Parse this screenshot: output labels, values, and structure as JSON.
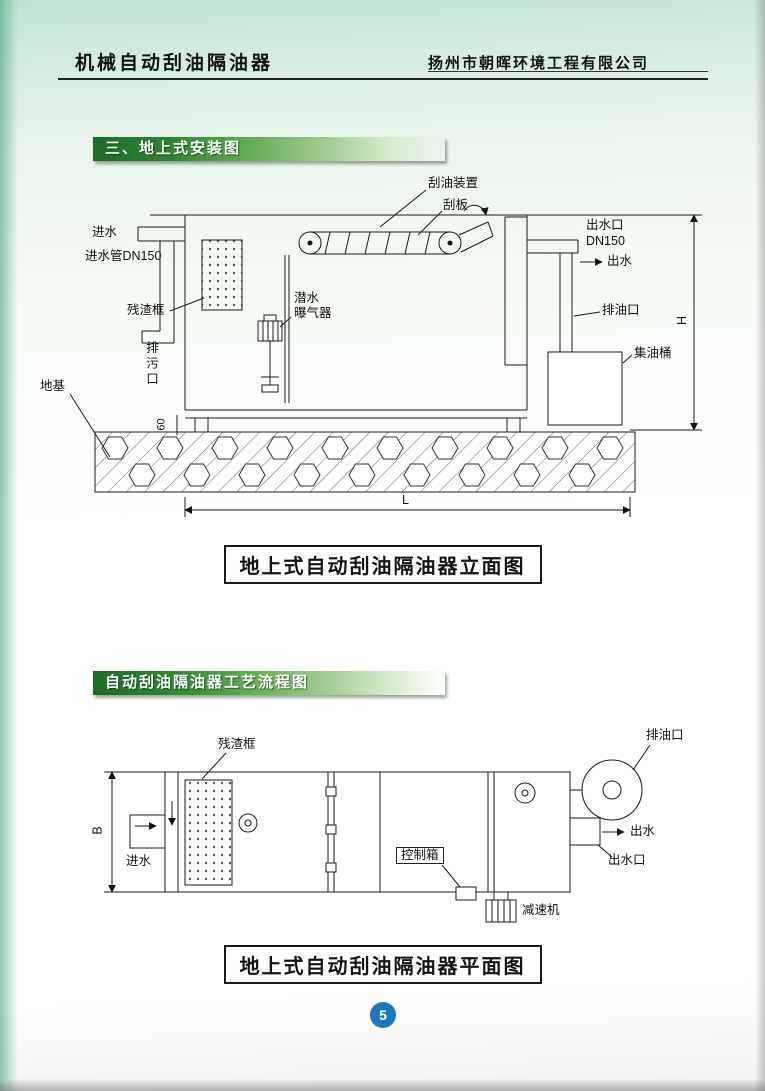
{
  "header": {
    "title": "机械自动刮油隔油器",
    "company": "扬州市朝晖环境工程有限公司"
  },
  "section_elevation": {
    "banner": "三、地上式安装图",
    "caption": "地上式自动刮油隔油器立面图",
    "labels": {
      "scraper_device": "刮油装置",
      "scraper_plate": "刮板",
      "inlet": "进水",
      "inlet_pipe": "进水管DN150",
      "residue_frame": "残渣框",
      "aerator_line1": "潜水",
      "aerator_line2": "曝气器",
      "drain_outlet": "排污口",
      "foundation": "地基",
      "outlet_port": "出水口",
      "outlet_dn": "DN150",
      "outlet_flow": "出水",
      "oil_outlet": "排油口",
      "oil_barrel": "集油桶",
      "dim_h": "H",
      "dim_l": "L",
      "dim_60": "60"
    }
  },
  "section_plan": {
    "banner": "自动刮油隔油器工艺流程图",
    "caption": "地上式自动刮油隔油器平面图",
    "labels": {
      "residue_frame": "残渣框",
      "oil_outlet": "排油口",
      "outlet_flow": "出水",
      "outlet_port": "出水口",
      "control_box": "控制箱",
      "reducer": "减速机",
      "inlet": "进水",
      "dim_b": "B"
    }
  },
  "footer": {
    "page_number": "5"
  },
  "colors": {
    "banner_dark": "#1e6b29",
    "banner_light": "#d9ecd0",
    "page_tint_top": "#bfe2cf",
    "page_circle_blue": "#1b79c0",
    "line_ink": "#1a1a1a"
  }
}
